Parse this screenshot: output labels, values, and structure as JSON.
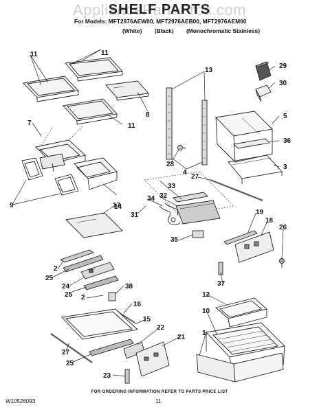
{
  "watermark": "AppliancePartsPros.com",
  "title": "SHELF PARTS",
  "models_line": "For Models: MFT2976AEW00, MFT2976AEB00, MFT2976AEM00",
  "colors": [
    "(White)",
    "(Black)",
    "(Monochromatic Stainless)"
  ],
  "part_labels": [
    "11",
    "11",
    "11",
    "8",
    "13",
    "29",
    "30",
    "5",
    "36",
    "3",
    "7",
    "28",
    "4",
    "27",
    "33",
    "32",
    "34",
    "31",
    "9",
    "17",
    "14",
    "19",
    "18",
    "26",
    "35",
    "2",
    "25",
    "24",
    "25",
    "2",
    "38",
    "16",
    "37",
    "12",
    "10",
    "15",
    "1",
    "27",
    "22",
    "21",
    "25",
    "23"
  ],
  "footer": "FOR ORDERING INFORMATION REFER TO PARTS PRICE LIST",
  "doc_number": "W10526093",
  "page_number": "11"
}
